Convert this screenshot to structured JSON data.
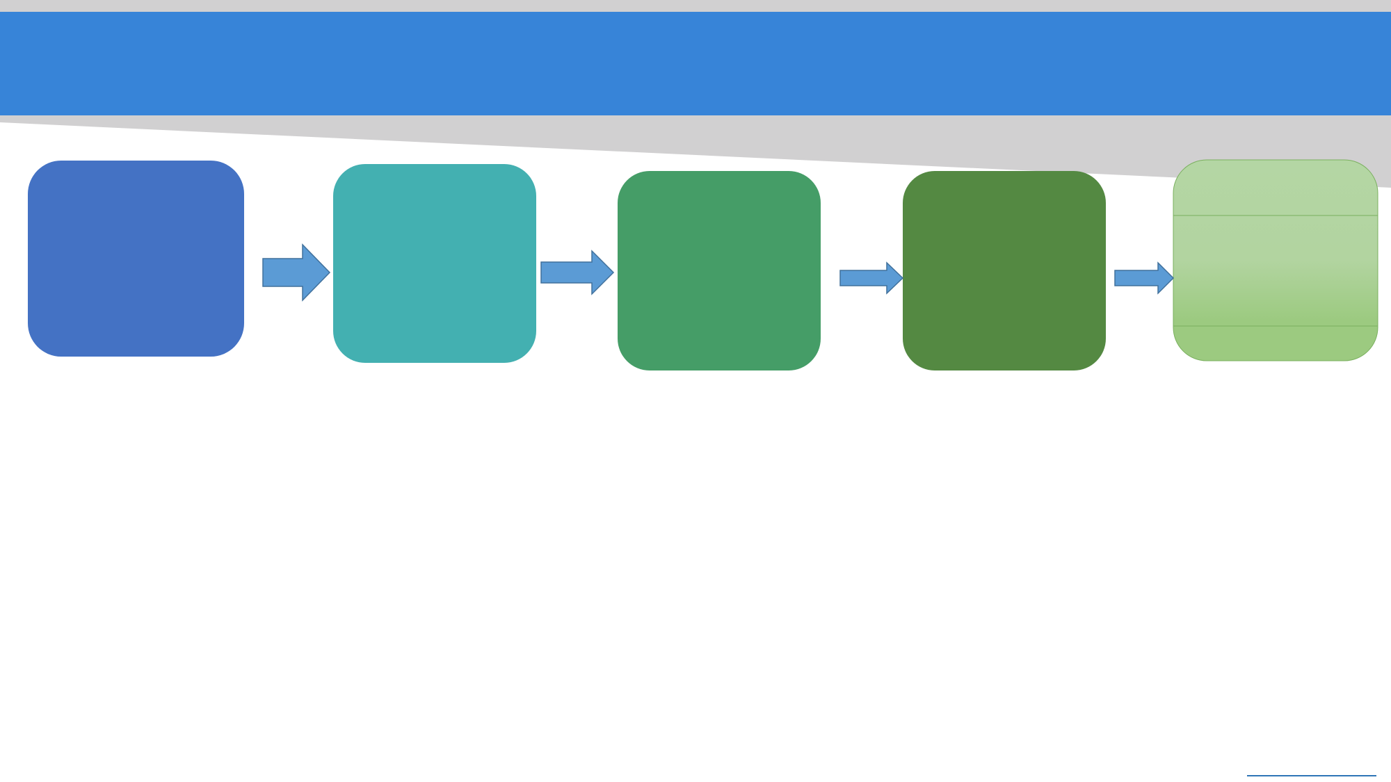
{
  "slide": {
    "title": "",
    "colors": {
      "top_strip": "#d1d0d1",
      "title_bar": "#3784d8",
      "wedge": "#d1d0d1",
      "footer_line": "#2e75b6",
      "arrow_fill": "#5b9bd5",
      "arrow_stroke": "#41719c"
    }
  },
  "flow": {
    "steps": [
      {
        "name": "step-1",
        "label": "",
        "color": "#4472c4"
      },
      {
        "name": "step-2",
        "label": "",
        "color": "#43b0b1"
      },
      {
        "name": "step-3",
        "label": "",
        "color": "#459d67"
      },
      {
        "name": "step-4",
        "label": "",
        "color": "#548942"
      },
      {
        "name": "step-5",
        "label": "",
        "color_top": "#b4d6a4",
        "color_bottom": "#9cca80",
        "border": "#7ab05e"
      }
    ],
    "connectors": [
      {
        "name": "arrow-1-to-2",
        "direction": "right"
      },
      {
        "name": "arrow-2-to-3",
        "direction": "right"
      },
      {
        "name": "arrow-3-to-4",
        "direction": "right"
      },
      {
        "name": "arrow-4-to-5",
        "direction": "right"
      }
    ]
  }
}
